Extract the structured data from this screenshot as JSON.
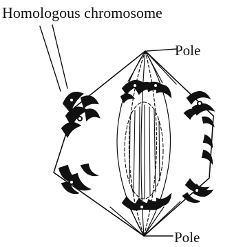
{
  "labels": {
    "homologous_chromosome": "Homologous chromosome",
    "pole_top": "Pole",
    "pole_bottom": "Pole"
  },
  "colors": {
    "ink": "#111111",
    "background": "#ffffff"
  }
}
